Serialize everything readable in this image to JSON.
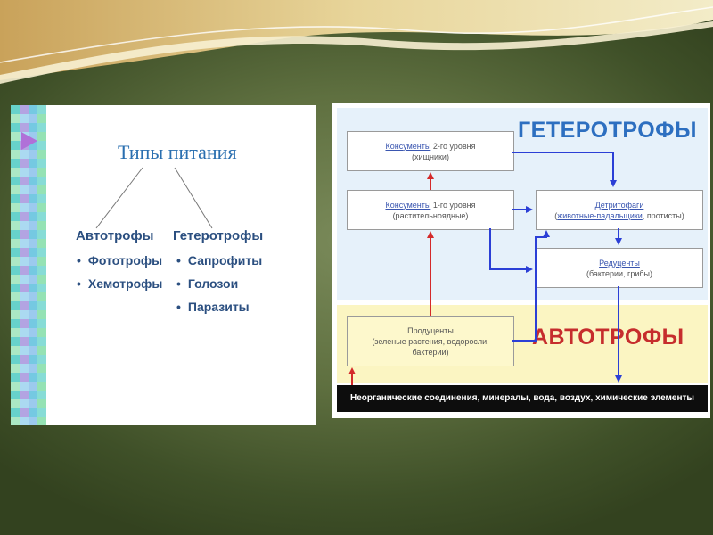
{
  "left_slide": {
    "title": "Типы питания",
    "autotrophs": {
      "heading": "Автотрофы",
      "items": [
        "Фототрофы",
        "Хемотрофы"
      ]
    },
    "heterotrophs": {
      "heading": "Гетеротрофы",
      "items": [
        "Сапрофиты",
        "Голозои",
        "Паразиты"
      ]
    }
  },
  "right_diagram": {
    "heterotrophs_label": "ГЕТЕРОТРОФЫ",
    "autotrophs_label": "АВТОТРОФЫ",
    "consumers2": {
      "link": "Консументы",
      "rest": " 2-го уровня",
      "sub": "(хищники)"
    },
    "consumers1": {
      "link": "Консументы",
      "rest": " 1-го уровня",
      "sub": "(растительноядные)"
    },
    "detritophages": {
      "link": "Детритофаги",
      "sub_link": "животные-падальщики",
      "sub_rest": ", протисты)"
    },
    "reducers": {
      "link": "Редуценты",
      "sub": "(бактерии, грибы)"
    },
    "producers": {
      "line1": "Продуценты",
      "line2": "(зеленые растения, водоросли,",
      "line3": "бактерии)"
    },
    "inorganic": "Неорганические соединения, минералы, вода, воздух, химические элементы"
  },
  "colors": {
    "blue_arrow": "#2b3fd6",
    "red_arrow": "#d42a2a",
    "hetero_zone": "#e6f1fa",
    "auto_zone": "#fbf5c2"
  }
}
